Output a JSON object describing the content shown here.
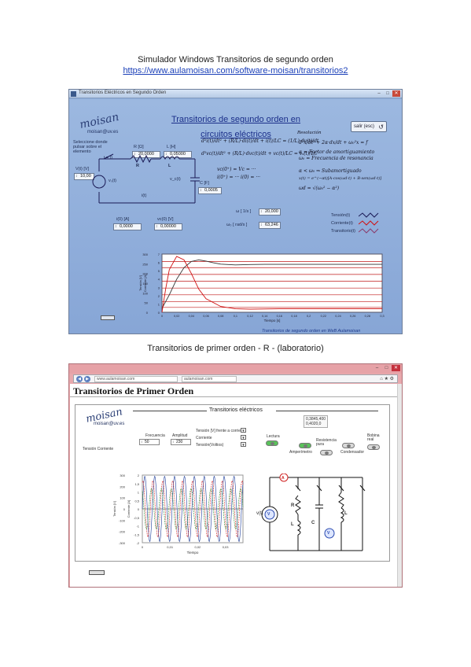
{
  "captions": {
    "top_title": "Simulador Windows Transitorios de segundo orden",
    "top_link": "https://www.aulamoisan.com/software-moisan/transitorios2",
    "middle_title": "Transitorios de primer orden - R - (laboratorio)"
  },
  "screenshot1": {
    "window_title": "Transitorios Eléctricos en Segundo Orden",
    "window_buttons": {
      "minimize": "–",
      "maximize": "□",
      "close": "✕"
    },
    "logo_text": "moisan",
    "logo_email": "moisan@uv.es",
    "heading_line1": "Transitorios de segundo orden en",
    "heading_line2": "circuitos eléctricos",
    "exit_button": "salir (esc)",
    "inputs": {
      "selector_label": "Seleccione donde pulsar sobre el elemento",
      "t0_label": "t = 0",
      "r_label": "R [Ω]",
      "r_value": "20,0000",
      "l_label": "L [H]",
      "l_value": "0,05000",
      "vs_label": "V(t) [V]",
      "vs_value": "10,00",
      "c_label": "C [F]",
      "c_value": "0,0005",
      "i0_label": "i(0) [A]",
      "i0_value": "0,0000",
      "vc0_label": "vc(0) [V]",
      "vc0_value": "0,00000",
      "omega_label": "ω [ 1/s ]",
      "omega_value": "20,000",
      "omega_n_label": "ω₀ [ rad/s ]",
      "omega_n_value": "63,246"
    },
    "circuit_labels": {
      "r": "R",
      "l": "L",
      "source": "vₛ(t)",
      "cap": "v_c(t)",
      "current": "i(t)"
    },
    "equations": {
      "title": "Resolución",
      "eq1": "d²i(t)/dt² + (R/L)·di(t)/dt + i(t)/LC = (1/L)·dv(t)/dt",
      "eq2": "d²vc(t)/dt² + (R/L)·dvc(t)/dt + vc(t)/LC = vₛ(t)/LC",
      "eq3": "vc(0⁺) = Vc = ···",
      "eq4": "i(0⁺) = ··· i(0) = ···",
      "eq5": "d²x/dt² + 2α·dx/dt + ω₀²x = f",
      "eq6": "α = Factor de amortiguamiento",
      "eq7": "ω₀ = Frecuencia de resonancia",
      "eq8": "α < ω₀ ⇒ Subamortiguado",
      "eq9": "x(t) = e^(−αt)[A·cos(ωd·t) + B·sen(ωd·t)]",
      "eq10": "ωd = √(ω₀² − α²)"
    },
    "legend": [
      "Tensión(t)",
      "Corriente(t)",
      "Transitorio(t)"
    ],
    "chart_data": {
      "type": "line",
      "x_label": "Tiempo [s]",
      "y_label_left": "Tensión [V]",
      "y_label_right": "Corriente [A]",
      "x_ticks": [
        "0",
        "0,02",
        "0,04",
        "0,06",
        "0,08",
        "0,1",
        "0,12",
        "0,14",
        "0,16",
        "0,18",
        "0,2",
        "0,22",
        "0,24",
        "0,26",
        "0,28",
        "0,3"
      ],
      "y_ticks_left": [
        "0",
        "50",
        "100",
        "150",
        "200",
        "250",
        "300"
      ],
      "y_ticks_right": [
        "0",
        "1",
        "2",
        "3",
        "4",
        "5",
        "6",
        "7"
      ],
      "xlim": [
        0,
        0.3
      ],
      "ylim": [
        0,
        300
      ],
      "series": [
        {
          "name": "Tensión(t)",
          "color": "#333333",
          "x": [
            0,
            0.01,
            0.02,
            0.03,
            0.04,
            0.05,
            0.06,
            0.07,
            0.08,
            0.1,
            0.12,
            0.14,
            0.16,
            0.2,
            0.25,
            0.3
          ],
          "y": [
            20,
            90,
            170,
            230,
            262,
            270,
            264,
            255,
            248,
            244,
            246,
            247,
            247,
            247,
            247,
            247
          ]
        },
        {
          "name": "Corriente(t)",
          "color": "#d01010",
          "x": [
            0,
            0.005,
            0.01,
            0.02,
            0.03,
            0.04,
            0.05,
            0.06,
            0.08,
            0.1,
            0.12,
            0.14,
            0.16,
            0.2,
            0.25,
            0.3
          ],
          "y": [
            0,
            120,
            220,
            288,
            270,
            200,
            120,
            70,
            30,
            18,
            16,
            17,
            18,
            18,
            18,
            18
          ]
        }
      ],
      "reference_lines_y": [
        25,
        55,
        90,
        125,
        160,
        195,
        230,
        262
      ]
    },
    "footnote": "Transitorios de segundo orden en WeB Aulamoisan"
  },
  "screenshot2": {
    "window_buttons": {
      "minimize": "–",
      "maximize": "□",
      "close": "✕"
    },
    "address_url": "www.aulamoisan.com",
    "tab_title": "aulamoisan.com",
    "toolbar_icons": "⌂ ★ ⚙",
    "page_title": "Transitorios de Primer Orden",
    "logo_text": "moisan",
    "logo_email": "moisan@uv.es",
    "group_title": "Transitorios eléctricos",
    "time_box": [
      "0,3845,400",
      "0,4020,0"
    ],
    "controls": {
      "frequency_label": "Frecuencia",
      "frequency_value": "50",
      "amplitude_label": "Amplitud",
      "amplitude_value": "230",
      "display_label": "Tensión [V] frente a corriente",
      "current_label": "Corriente",
      "tension_label": "Tensión(Voltios)",
      "readout_label": "Tensión Corriente"
    },
    "switches": [
      "Lectura",
      "Amperímetro",
      "Resistencia pura",
      "Condensador",
      "Bobina real"
    ],
    "circuit_labels": {
      "source": "v(t)",
      "r": "R",
      "l": "L",
      "c": "C",
      "l2": "L",
      "ammeter": "A",
      "voltmeter": "V"
    },
    "chart_data": {
      "type": "line",
      "x_label": "Tiempo",
      "y_label_left": "Tensión [V]",
      "y_label_right": "Corriente [A]",
      "x_ticks": [
        "0",
        "0,01",
        "0,02",
        "0,03"
      ],
      "y_ticks_left": [
        "-300",
        "-200",
        "-100",
        "0",
        "100",
        "200",
        "300"
      ],
      "y_ticks_right": [
        "-2",
        "-1,5",
        "-1",
        "-0,5",
        "0",
        "0,5",
        "1",
        "1,5",
        "2"
      ],
      "xlim": [
        0,
        0.035
      ],
      "ylim": [
        -300,
        300
      ],
      "series": [
        {
          "name": "Tensión",
          "color": "#1a3a9a",
          "amplitude": 290,
          "frequency_hz": 290,
          "phase": 0
        },
        {
          "name": "Corriente",
          "color": "#d02020",
          "amplitude": 250,
          "frequency_hz": 290,
          "phase": 1.2
        },
        {
          "name": "Transitorio",
          "color": "#2a8a2a",
          "amplitude": 180,
          "frequency_hz": 290,
          "phase": 2.1
        }
      ]
    }
  }
}
